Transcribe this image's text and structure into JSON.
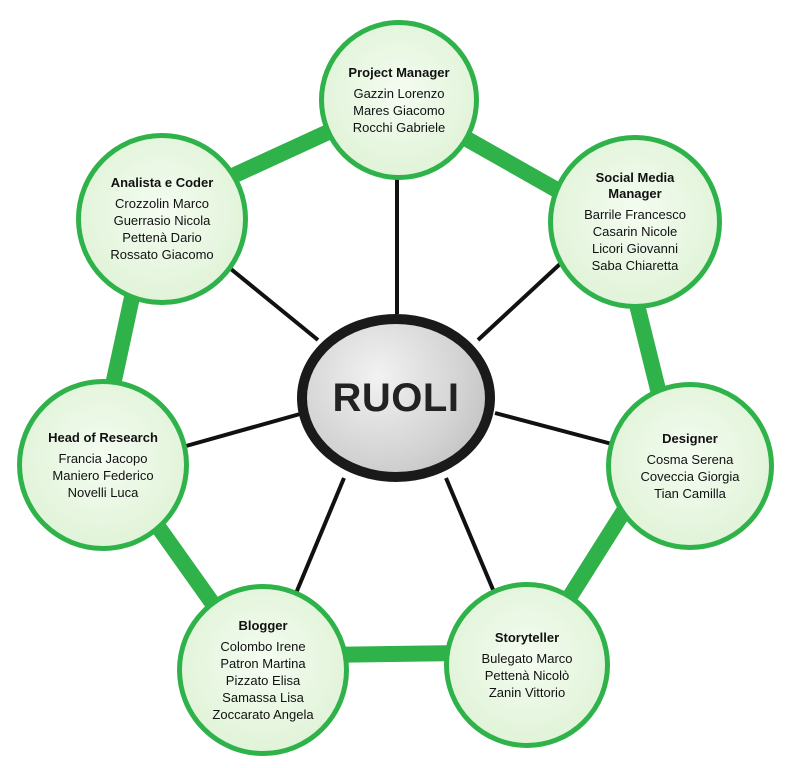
{
  "center": {
    "label": "RUOLI"
  },
  "roles": [
    {
      "title": "Project Manager",
      "members": [
        "Gazzin Lorenzo",
        "Mares Giacomo",
        "Rocchi Gabriele"
      ]
    },
    {
      "title": "Social Media\nManager",
      "members": [
        "Barrile Francesco",
        "Casarin Nicole",
        "Licori Giovanni",
        "Saba Chiaretta"
      ]
    },
    {
      "title": "Designer",
      "members": [
        "Cosma Serena",
        "Coveccia Giorgia",
        "Tian Camilla"
      ]
    },
    {
      "title": "Storyteller",
      "members": [
        "Bulegato Marco",
        "Pettenà Nicolò",
        "Zanin Vittorio"
      ]
    },
    {
      "title": "Blogger",
      "members": [
        "Colombo Irene",
        "Patron Martina",
        "Pizzato Elisa",
        "Samassa Lisa",
        "Zoccarato Angela"
      ]
    },
    {
      "title": "Head of Research",
      "members": [
        "Francia Jacopo",
        "Maniero Federico",
        "Novelli Luca"
      ]
    },
    {
      "title": "Analista e Coder",
      "members": [
        "Crozzolin Marco",
        "Guerrasio Nicola",
        "Pettenà Dario",
        "Rossato Giacomo"
      ]
    }
  ],
  "colors": {
    "ring": "#2fb24a",
    "spoke": "#111111",
    "node_fill": "#e2f4da",
    "center_border": "#1a1a1a"
  }
}
